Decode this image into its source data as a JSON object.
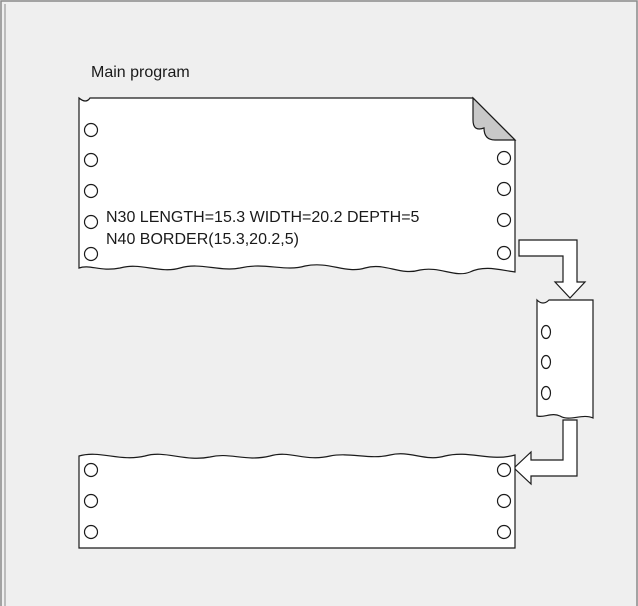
{
  "diagram": {
    "title": "Main program",
    "code_lines": [
      "N30 LENGTH=15.3 WIDTH=20.2 DEPTH=5",
      "N40 BORDER(15.3,20.2,5)"
    ],
    "colors": {
      "background": "#efefef",
      "frame": "#8a8a8a",
      "paper": "#ffffff",
      "stroke": "#1a1a1a",
      "dog_ear_fill": "#c8c8c8"
    }
  }
}
